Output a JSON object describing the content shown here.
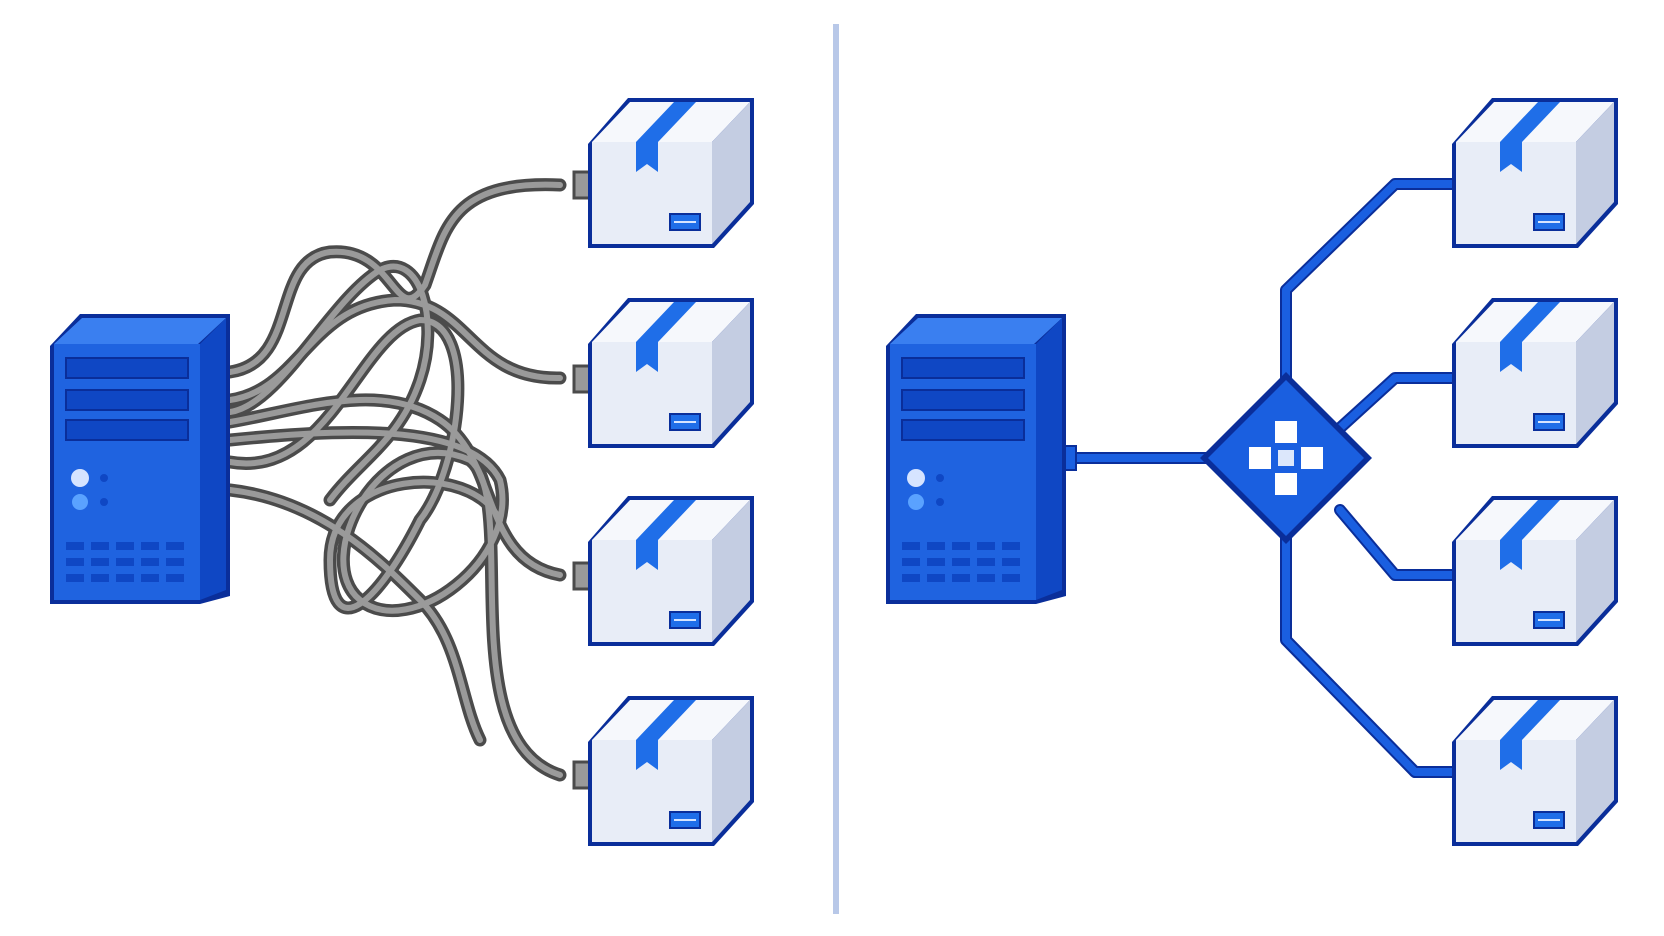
{
  "colors": {
    "server_front": "#1f63e0",
    "server_side": "#0f47c4",
    "server_top": "#3a7ff0",
    "outline": "#0a2e9a",
    "box_front": "#e8edf7",
    "box_side": "#c4cde2",
    "box_top": "#f6f8fc",
    "tape": "#1f6ee8",
    "gray_cable": "#6f6f6f",
    "gray_cable_dark": "#4b4b4b",
    "gray_cable_light": "#9a9a9a",
    "blue_link": "#1a5fe0",
    "divider": "#b8c8e8",
    "white": "#ffffff"
  },
  "panels": [
    {
      "id": "left",
      "server_icon": "server-tower-icon",
      "package_icon": "package-box-icon",
      "connection": "tangled-point-to-point-cables",
      "package_count": 4
    },
    {
      "id": "right",
      "server_icon": "server-tower-icon",
      "package_icon": "package-box-icon",
      "hub_icon": "plus-hub-diamond-icon",
      "connection": "hub-and-spoke-links",
      "package_count": 4
    }
  ]
}
